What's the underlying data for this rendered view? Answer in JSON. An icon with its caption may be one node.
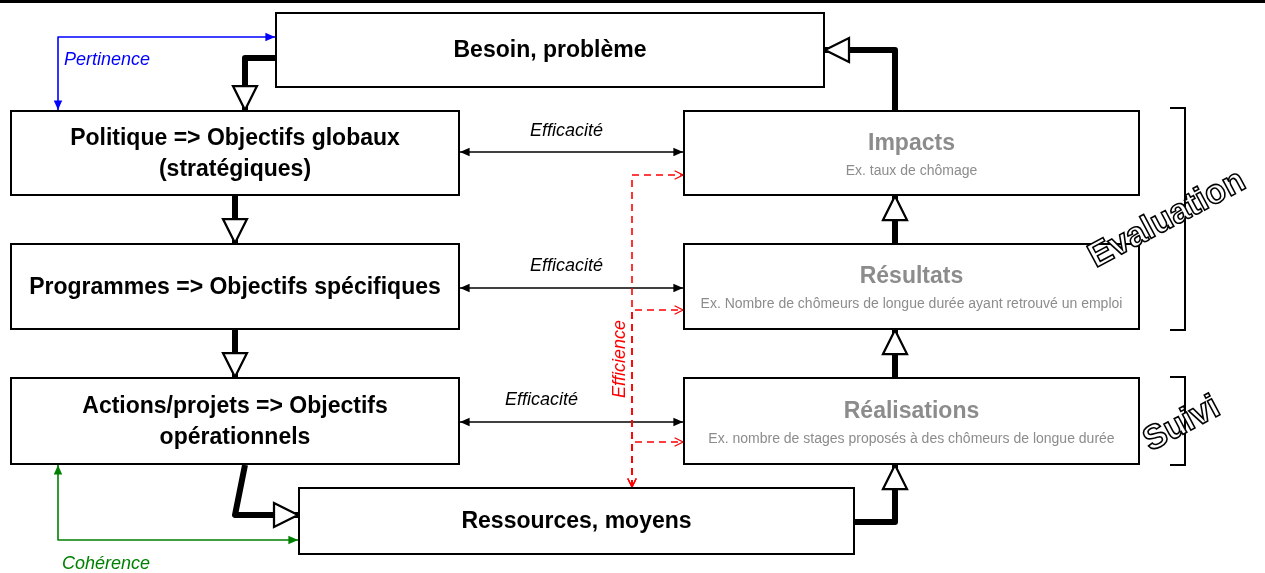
{
  "diagram": {
    "nodes": [
      {
        "text": [
          "Besoin, problème"
        ]
      },
      {
        "text": [
          "Politique => Objectifs globaux (stratégiques)"
        ]
      },
      {
        "text": [
          "Impacts",
          "Ex. taux de chômage"
        ]
      },
      {
        "text": [
          "Programmes => Objectifs spécifiques"
        ]
      },
      {
        "text": [
          "Résultats",
          "Ex. Nombre de chômeurs de longue durée ayant retrouvé un emploi"
        ]
      },
      {
        "text": [
          "Actions/projets => Objectifs opérationnels"
        ]
      },
      {
        "text": [
          "Réalisations",
          "Ex. nombre de stages proposés à des chômeurs de longue durée"
        ]
      },
      {
        "text": [
          "Ressources, moyens"
        ]
      }
    ],
    "edges": [
      {
        "from": 0,
        "to": 1,
        "arrow": "to",
        "style": "thick"
      },
      {
        "from": 1,
        "to": 3,
        "arrow": "to",
        "style": "thick"
      },
      {
        "from": 3,
        "to": 5,
        "arrow": "to",
        "style": "thick"
      },
      {
        "from": 5,
        "to": 7,
        "arrow": "to",
        "style": "thick"
      },
      {
        "from": 7,
        "to": 6,
        "arrow": "to",
        "style": "thick"
      },
      {
        "from": 6,
        "to": 4,
        "arrow": "to",
        "style": "thick"
      },
      {
        "from": 4,
        "to": 2,
        "arrow": "to",
        "style": "thick"
      },
      {
        "from": 2,
        "to": 0,
        "arrow": "to",
        "style": "thick"
      },
      {
        "from": 1,
        "to": 2,
        "arrow": "both",
        "label": "Efficacité"
      },
      {
        "from": 3,
        "to": 4,
        "arrow": "both",
        "label": "Efficacité"
      },
      {
        "from": 5,
        "to": 6,
        "arrow": "both",
        "label": "Efficacité"
      },
      {
        "from": 1,
        "to": 0,
        "arrow": "both",
        "label": "Pertinence",
        "color": "#0000ff"
      },
      {
        "from": 5,
        "to": 7,
        "arrow": "both",
        "label": "Cohérence",
        "color": "#008000"
      },
      {
        "from": 7,
        "to": 2,
        "arrow": "both",
        "style": "dashed",
        "color": "#ff0000"
      },
      {
        "from": 7,
        "to": 4,
        "arrow": "both",
        "label": "Efficience",
        "style": "dashed",
        "color": "#ff0000"
      },
      {
        "from": 7,
        "to": 6,
        "arrow": "both",
        "style": "dashed",
        "color": "#ff0000"
      }
    ],
    "labels": [
      "Evaluation",
      "Suivi"
    ]
  }
}
